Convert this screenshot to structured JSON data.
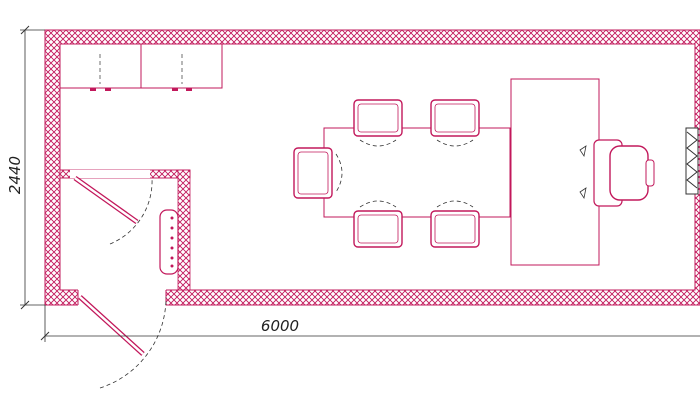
{
  "plan": {
    "dimensions": {
      "height_label": "2440",
      "width_label": "6000"
    },
    "colors": {
      "wall": "#c2185b",
      "furniture": "#c2185b",
      "dimension_line": "#333333",
      "hatch": "#c2185b",
      "background": "#ffffff"
    },
    "icons": [
      "wall-hatch",
      "door-swing",
      "chair",
      "table",
      "cabinet",
      "radiator",
      "window",
      "toilet"
    ]
  }
}
